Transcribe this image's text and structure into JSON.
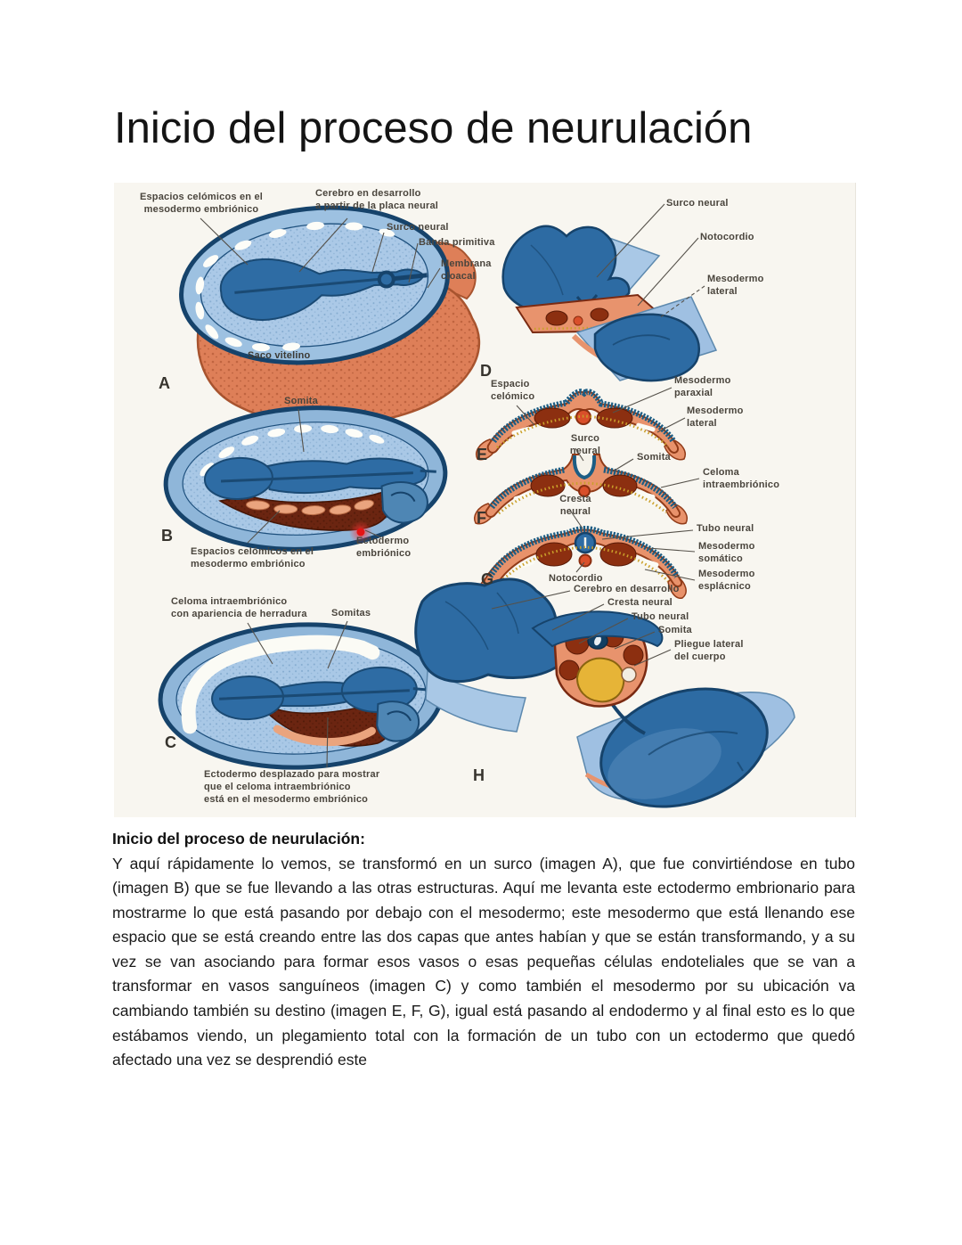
{
  "title": "Inicio del proceso de neurulación",
  "figure": {
    "panel_letters": [
      "A",
      "B",
      "C",
      "D",
      "E",
      "F",
      "G",
      "H"
    ],
    "labels": [
      {
        "text": "Espacios celómicos en el\nmesodermo embriónico"
      },
      {
        "text": "Cerebro en desarrollo\na partir de la placa neural"
      },
      {
        "text": "Surco neural"
      },
      {
        "text": "Banda primitiva"
      },
      {
        "text": "Membrana\ncloacal"
      },
      {
        "text": "Saco vitelino"
      },
      {
        "text": "Somita"
      },
      {
        "text": "Espacios celómicos en el\nmesodermo embriónico"
      },
      {
        "text": "Ectodermo\nembriónico"
      },
      {
        "text": "Celoma intraembriónico\ncon apariencia de herradura"
      },
      {
        "text": "Somitas"
      },
      {
        "text": "Ectodermo desplazado para mostrar\nque el celoma intraembriónico\nestá en el mesodermo embriónico"
      },
      {
        "text": "Surco neural"
      },
      {
        "text": "Notocordio"
      },
      {
        "text": "Mesodermo\nlateral"
      },
      {
        "text": "Espacio\ncelómico"
      },
      {
        "text": "Mesodermo\nparaxial"
      },
      {
        "text": "Mesodermo\nlateral"
      },
      {
        "text": "Surco\nneural"
      },
      {
        "text": "Somita"
      },
      {
        "text": "Celoma\nintraembriónico"
      },
      {
        "text": "Cresta\nneural"
      },
      {
        "text": "Tubo neural"
      },
      {
        "text": "Mesodermo\nsomático"
      },
      {
        "text": "Mesodermo\nesplácnico"
      },
      {
        "text": "Notocordio"
      },
      {
        "text": "Cerebro en desarrollo"
      },
      {
        "text": "Cresta neural"
      },
      {
        "text": "Tubo neural"
      },
      {
        "text": "Somita"
      },
      {
        "text": "Pliegue lateral\ndel cuerpo"
      }
    ],
    "colors": {
      "ectoderm_blue": "#2e6ca4",
      "light_blue": "#a9c8e6",
      "mesoderm_salmon": "#e8936d",
      "somite_maroon": "#8c2f10",
      "gut_yellow": "#e6b437",
      "pointer_red": "#e31515",
      "scan_background": "#f8f6f0"
    }
  },
  "body": {
    "heading": "Inicio del proceso de neurulación:",
    "paragraph": "Y aquí rápidamente lo vemos, se transformó en un surco (imagen A), que fue convirtiéndose en tubo (imagen B) que se fue llevando a las otras estructuras. Aquí me levanta este ectodermo embrionario para mostrarme lo que está pasando por debajo con el mesodermo; este mesodermo que está llenando ese espacio que se está creando entre las dos capas que antes habían y que se están transformando, y a su vez se van asociando para formar esos vasos o esas pequeñas células endoteliales que se van a transformar en vasos sanguíneos (imagen C) y como también el mesodermo por su ubicación va cambiando también su destino (imagen E, F, G), igual está pasando al endodermo y al final esto es lo que estábamos viendo, un plegamiento total con la formación de un tubo con un ectodermo que quedó afectado una vez se desprendió este"
  }
}
